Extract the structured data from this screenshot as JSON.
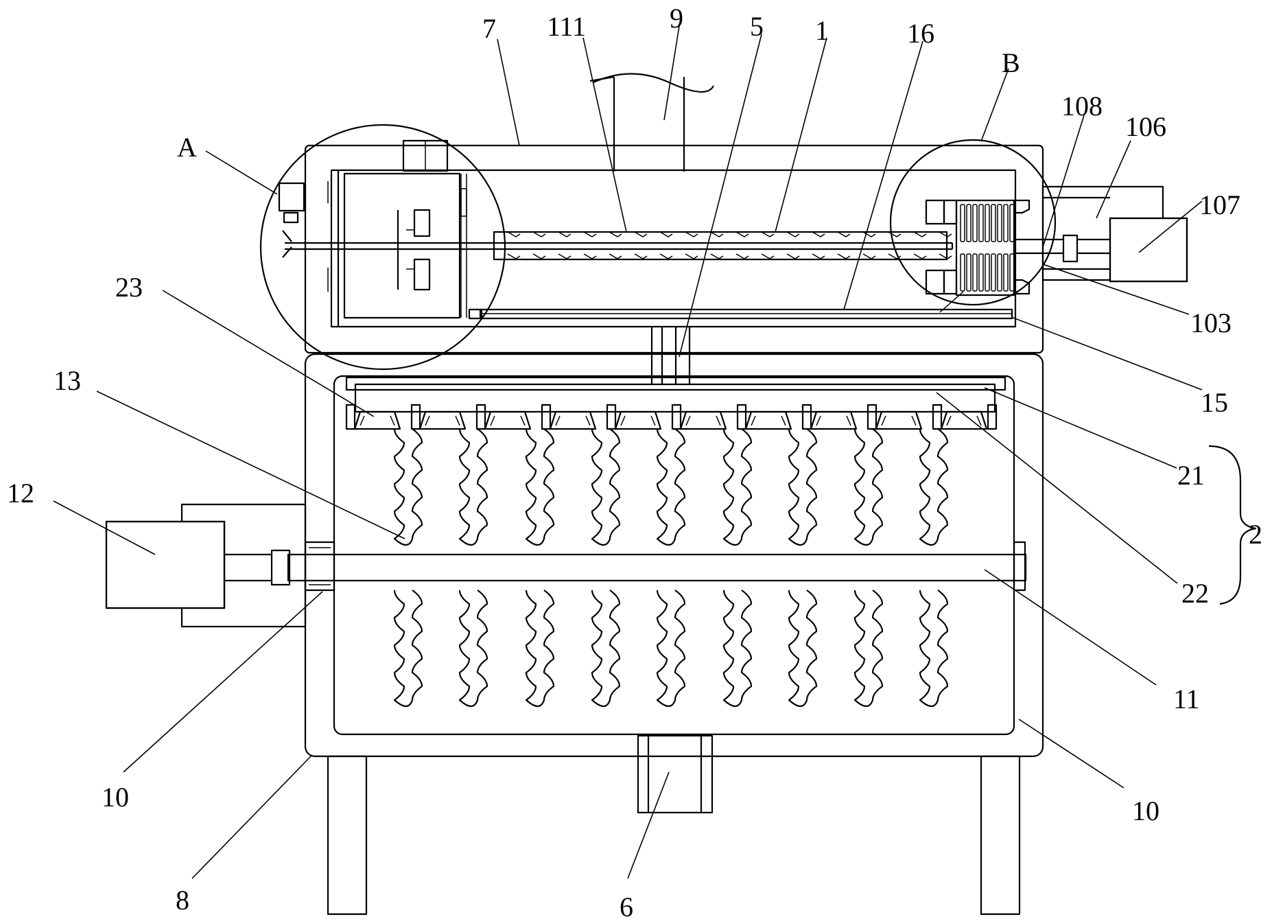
{
  "labels": {
    "l7": "7",
    "l111": "111",
    "l9": "9",
    "l5": "5",
    "l1": "1",
    "l16": "16",
    "lB": "B",
    "l108": "108",
    "l106": "106",
    "l107": "107",
    "lA": "A",
    "l23": "23",
    "l13": "13",
    "l103": "103",
    "l15": "15",
    "l21": "21",
    "l2": "2",
    "l12": "12",
    "l22": "22",
    "l11": "11",
    "l10a": "10",
    "l10b": "10",
    "l8": "8",
    "l6": "6"
  }
}
